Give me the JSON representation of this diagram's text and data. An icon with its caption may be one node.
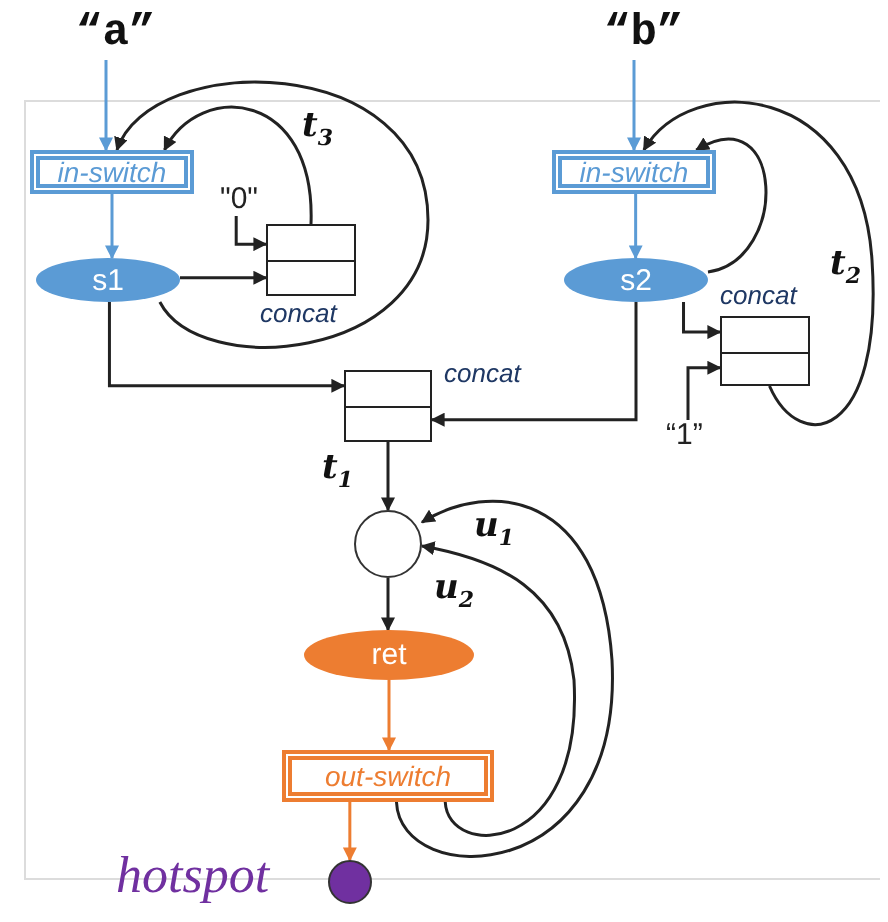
{
  "diagram": {
    "nodes": [
      {
        "text": [
          "“a”"
        ]
      },
      {
        "text": [
          "“b”"
        ]
      },
      {
        "text": [
          "in-switch"
        ]
      },
      {
        "text": [
          "s1"
        ]
      },
      {
        "text": [],
        "shape": "box",
        "beside": [
          "concat"
        ]
      },
      {
        "text": [
          "\"0\""
        ]
      },
      {
        "text": [
          "in-switch"
        ]
      },
      {
        "text": [
          "s2"
        ]
      },
      {
        "text": [],
        "shape": "box",
        "beside": [
          "concat"
        ]
      },
      {
        "text": [
          "“1”"
        ]
      },
      {
        "text": [],
        "shape": "box",
        "beside": [
          "concat"
        ]
      },
      {
        "text": [],
        "shape": "circle"
      },
      {
        "text": [
          "ret"
        ]
      },
      {
        "text": [
          "out-switch"
        ]
      },
      {
        "text": [],
        "shape": "circle",
        "beside": [
          "hotspot"
        ]
      }
    ],
    "edges": [
      {
        "from": 0,
        "to": 2,
        "arrow": "to",
        "color": "#5b9bd5"
      },
      {
        "from": 2,
        "to": 3,
        "arrow": "to",
        "color": "#5b9bd5"
      },
      {
        "from": 5,
        "to": 4,
        "arrow": "to"
      },
      {
        "from": 3,
        "to": 4,
        "arrow": "to"
      },
      {
        "from": 4,
        "to": 2,
        "arrow": "to",
        "label": "t$_{3}$"
      },
      {
        "from": 3,
        "to": 2,
        "arrow": "to"
      },
      {
        "from": 3,
        "to": 10,
        "arrow": "to"
      },
      {
        "from": 1,
        "to": 6,
        "arrow": "to",
        "color": "#5b9bd5"
      },
      {
        "from": 6,
        "to": 7,
        "arrow": "to",
        "color": "#5b9bd5"
      },
      {
        "from": 7,
        "to": 6,
        "arrow": "to"
      },
      {
        "from": 8,
        "to": 6,
        "arrow": "to",
        "label": "t$_{2}$"
      },
      {
        "from": 7,
        "to": 8,
        "arrow": "to"
      },
      {
        "from": 9,
        "to": 8,
        "arrow": "to"
      },
      {
        "from": 7,
        "to": 10,
        "arrow": "to"
      },
      {
        "from": 10,
        "to": 11,
        "arrow": "to",
        "label": "t$_{1}$"
      },
      {
        "from": 11,
        "to": 12,
        "arrow": "to"
      },
      {
        "from": 12,
        "to": 13,
        "arrow": "to",
        "color": "#ed7d31"
      },
      {
        "from": 13,
        "to": 14,
        "arrow": "to",
        "color": "#ed7d31"
      },
      {
        "from": 13,
        "to": 11,
        "arrow": "to",
        "label": "u$_{1}$"
      },
      {
        "from": 13,
        "to": 11,
        "arrow": "to",
        "label": "u$_{2}$"
      }
    ]
  }
}
